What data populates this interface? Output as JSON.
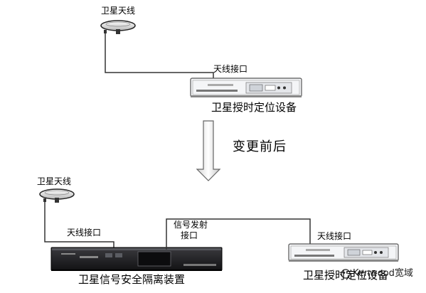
{
  "top": {
    "antenna_label": "卫星天线",
    "port_label": "天线接口",
    "device_label": "卫星授时定位设备"
  },
  "transition_label": "变更前后",
  "bottom": {
    "antenna_label": "卫星天线",
    "port_label": "天线接口",
    "signal_port_label_line1": "信号发射",
    "signal_port_label_line2": "接口",
    "isolator_label": "卫星信号安全隔离装置",
    "right_port_label": "天线接口",
    "right_device_label": "卫星授时定位设备"
  },
  "watermark": "Kenwood宽域",
  "colors": {
    "line": "#333333",
    "device_body": "#f4f5f7",
    "dark_panel": "#1f1f22",
    "arrow_fill": "#eeeeee"
  },
  "icons": [
    "satellite-antenna-icon",
    "rack-device-icon",
    "down-arrow-icon",
    "wechat-logo-icon"
  ]
}
